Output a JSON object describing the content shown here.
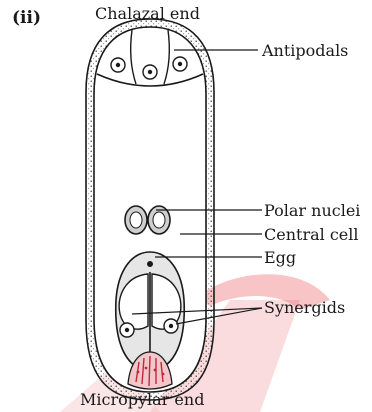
{
  "figure": {
    "part_label": "(ii)",
    "labels": {
      "chalazal_end": "Chalazal end",
      "antipodals": "Antipodals",
      "polar_nuclei": "Polar nuclei",
      "central_cell": "Central cell",
      "egg": "Egg",
      "synergids": "Synergids",
      "micropylar_end": "Micropylar end"
    },
    "colors": {
      "outline": "#1a1a1a",
      "watermark": "#e8424a",
      "filiform": "#c0283a"
    }
  }
}
